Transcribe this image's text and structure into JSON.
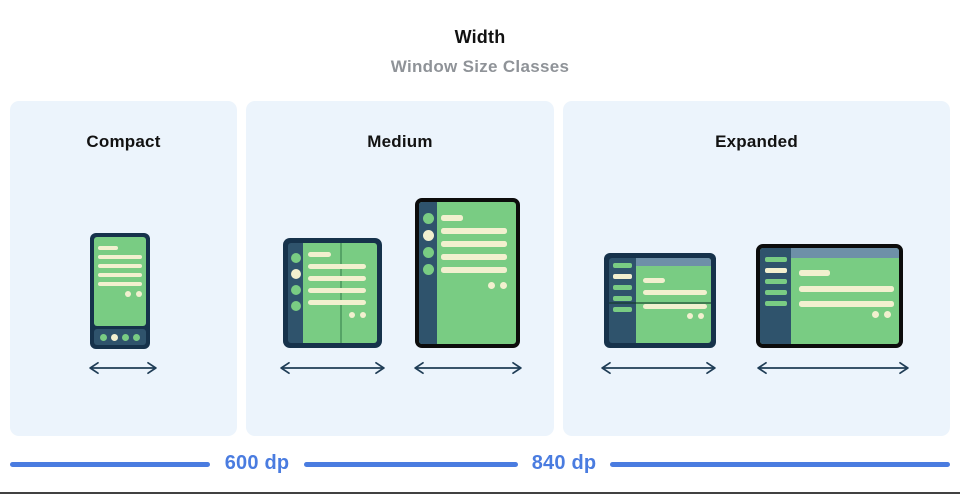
{
  "header": {
    "title": "Width",
    "subtitle": "Window Size Classes"
  },
  "panels": [
    {
      "label": "Compact",
      "devices": [
        "phone"
      ]
    },
    {
      "label": "Medium",
      "devices": [
        "foldable-open-portrait",
        "tablet-portrait"
      ]
    },
    {
      "label": "Expanded",
      "devices": [
        "foldable-open-landscape",
        "laptop-or-desktop"
      ]
    }
  ],
  "scale": {
    "breakpoints": [
      "600 dp",
      "840 dp"
    ]
  },
  "colors": {
    "page-bg": "#ffffff",
    "panel-bg": "#ecf4fc",
    "heading": "#121212",
    "subtitle": "#8f9398",
    "frame-navy": "#16324b",
    "sidebar-navy": "#2f536c",
    "screen-green": "#79cc83",
    "line-cream": "#f2f0cf",
    "topbar-slate": "#6e90a8",
    "fold-green": "#55a366",
    "device-black": "#0c0c0c",
    "arrow-navy": "#1f3d56",
    "accent-blue": "#4a7ce0",
    "bottom-border": "#414141"
  }
}
